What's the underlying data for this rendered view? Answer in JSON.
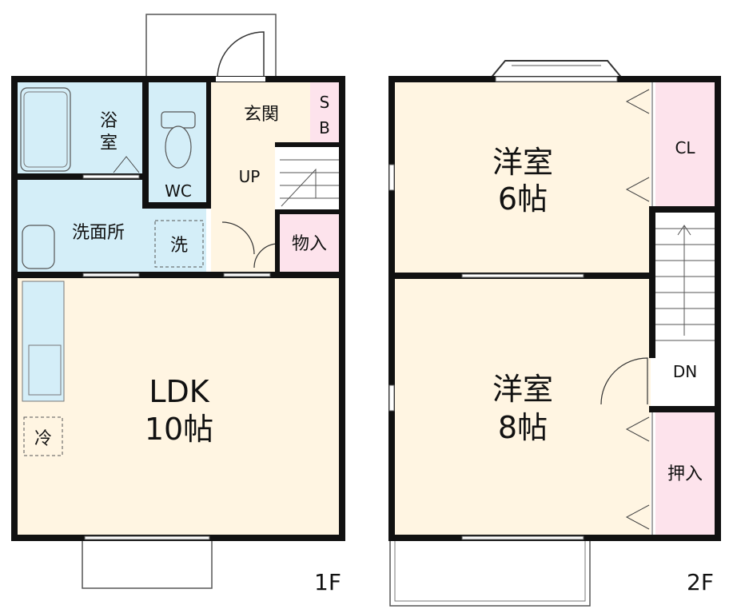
{
  "floors": [
    {
      "label": "1F",
      "rooms": {
        "bath": [
          "浴",
          "室"
        ],
        "entrance": "玄関",
        "shoe_box": [
          "S",
          "B"
        ],
        "wc": "WC",
        "stairs_up": "UP",
        "washroom": "洗面所",
        "washer": "洗",
        "storage": "物入",
        "ldk": [
          "LDK",
          "10帖"
        ],
        "fridge": "冷"
      }
    },
    {
      "label": "2F",
      "rooms": {
        "western_6": [
          "洋室",
          "6帖"
        ],
        "closet": "CL",
        "western_8": [
          "洋室",
          "8帖"
        ],
        "stairs_down": "DN",
        "oshiire": "押入"
      }
    }
  ],
  "colors": {
    "wall": "#111111",
    "wet_area": "#d4eef8",
    "living_floor": "#fff5e2",
    "storage": "#fde3ec",
    "stairs": "#ffffff"
  }
}
